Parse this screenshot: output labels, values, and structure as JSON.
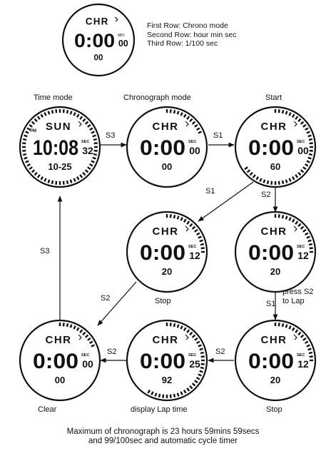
{
  "legend": {
    "row1": "First Row: Chrono mode",
    "row2": "Second Row: hour min sec",
    "row3": "Third Row: 1/100 sec"
  },
  "labels": {
    "time_mode": "Time mode",
    "chrono_mode": "Chronograph mode",
    "start": "Start",
    "stop_middle": "Stop",
    "stop_bottom": "Stop",
    "clear": "Clear",
    "display_lap": "display Lap time",
    "press_s2_line1": "press S2",
    "press_s2_line2": "to Lap"
  },
  "arrows": {
    "s3_time_to_chrono": "S3",
    "s1_chrono_to_start": "S1",
    "s1_start_to_stop": "S1",
    "s2_start_to_running": "S2",
    "s3_clear_to_time": "S3",
    "s2_stop_to_clear": "S2",
    "s1_running_to_stop": "S1",
    "s2_stop_to_lap": "S2",
    "s2_lap_to_clear": "S2"
  },
  "footer": {
    "line1": "Maximum of chronograph is 23 hours 59mins 59secs",
    "line2": "and 99/100sec and automatic cycle timer"
  },
  "watches": [
    {
      "name": "legend",
      "mode": "CHR",
      "main": "0:00",
      "sec_small": "00",
      "bottom": "00",
      "ticks": 0,
      "pm": false
    },
    {
      "name": "time-mode",
      "mode": "SUN",
      "main": "10:08",
      "sec_small": "32",
      "bottom": "10-25",
      "ticks": 60,
      "pm": true
    },
    {
      "name": "chrono-mode",
      "mode": "CHR",
      "main": "0:00",
      "sec_small": "00",
      "bottom": "00",
      "ticks": 12,
      "pm": false
    },
    {
      "name": "start",
      "mode": "CHR",
      "main": "0:00",
      "sec_small": "00",
      "bottom": "60",
      "ticks": 40,
      "pm": false
    },
    {
      "name": "stop-middle",
      "mode": "CHR",
      "main": "0:00",
      "sec_small": "12",
      "bottom": "20",
      "ticks": 16,
      "pm": false
    },
    {
      "name": "running",
      "mode": "CHR",
      "main": "0:00",
      "sec_small": "12",
      "bottom": "20",
      "ticks": 16,
      "pm": false
    },
    {
      "name": "clear",
      "mode": "CHR",
      "main": "0:00",
      "sec_small": "00",
      "bottom": "00",
      "ticks": 12,
      "pm": false
    },
    {
      "name": "display-lap",
      "mode": "CHR",
      "main": "0:00",
      "sec_small": "25",
      "bottom": "92",
      "ticks": 36,
      "pm": false
    },
    {
      "name": "stop-bottom",
      "mode": "CHR",
      "main": "0:00",
      "sec_small": "12",
      "bottom": "20",
      "ticks": 16,
      "pm": false
    }
  ],
  "watch_small_label": "SEC"
}
